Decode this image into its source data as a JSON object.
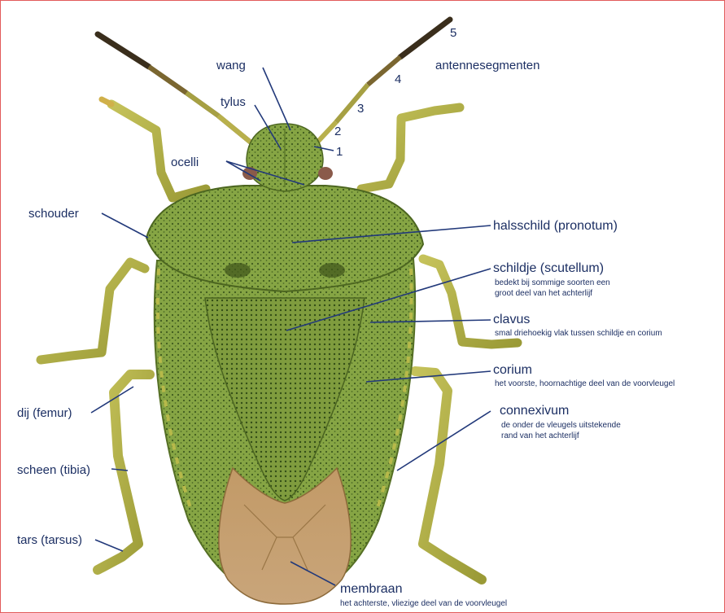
{
  "labels": {
    "wang": "wang",
    "tylus": "tylus",
    "ocelli": "ocelli",
    "schouder": "schouder",
    "dij": "dij (femur)",
    "scheen": "scheen (tibia)",
    "tars": "tars (tarsus)",
    "antennesegmenten": "antennesegmenten",
    "seg1": "1",
    "seg2": "2",
    "seg3": "3",
    "seg4": "4",
    "seg5": "5",
    "halsschild": "halsschild (pronotum)",
    "schildje": "schildje (scutellum)",
    "schildje_desc1": "bedekt bij sommige soorten een",
    "schildje_desc2": "groot deel van het achterlijf",
    "clavus": "clavus",
    "clavus_desc": "smal driehoekig vlak tussen schildje en corium",
    "corium": "corium",
    "corium_desc": "het voorste, hoornachtige deel van de voorvleugel",
    "connexivum": "connexivum",
    "connexivum_desc1": "de onder de vleugels uitstekende",
    "connexivum_desc2": "rand van het achterlijf",
    "membraan": "membraan",
    "membraan_desc": "het achterste, vliezige deel van de voorvleugel"
  },
  "colors": {
    "frame": "#e25b5b",
    "label_text": "#1c2f63",
    "leader_line": "#22397a",
    "body_green": "#7a9a3c",
    "leg_yellow": "#b9b545",
    "membrane_brown": "#b08a5a"
  }
}
